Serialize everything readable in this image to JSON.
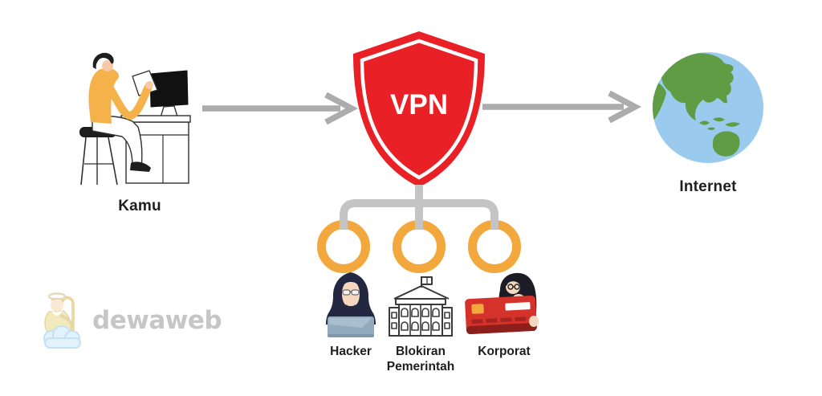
{
  "nodes": {
    "user": {
      "label": "Kamu",
      "icon": "person-at-desk-icon"
    },
    "vpn": {
      "label": "VPN",
      "icon": "shield-icon"
    },
    "internet": {
      "label": "Internet",
      "icon": "globe-icon"
    }
  },
  "threats": [
    {
      "label": "Hacker",
      "icon": "hacker-icon"
    },
    {
      "label": "Blokiran Pemerintah",
      "icon": "government-building-icon"
    },
    {
      "label": "Korporat",
      "icon": "corporate-credit-card-icon"
    }
  ],
  "watermark": {
    "brand": "dewaweb",
    "icon": "dewaweb-mascot-icon"
  },
  "colors": {
    "background": "#FFFFFF",
    "shield_red": "#E92025",
    "shield_inner_outline": "#FFFFFF",
    "vpn_text": "#FFFFFF",
    "arrow_gray": "#ACACAC",
    "connector_gray": "#C4C4C4",
    "ring_orange": "#F2A83D",
    "globe_ocean": "#9ACBEF",
    "globe_land": "#5F9C44",
    "label_text": "#1E1E1E",
    "watermark_gray": "#C3C3C3"
  }
}
